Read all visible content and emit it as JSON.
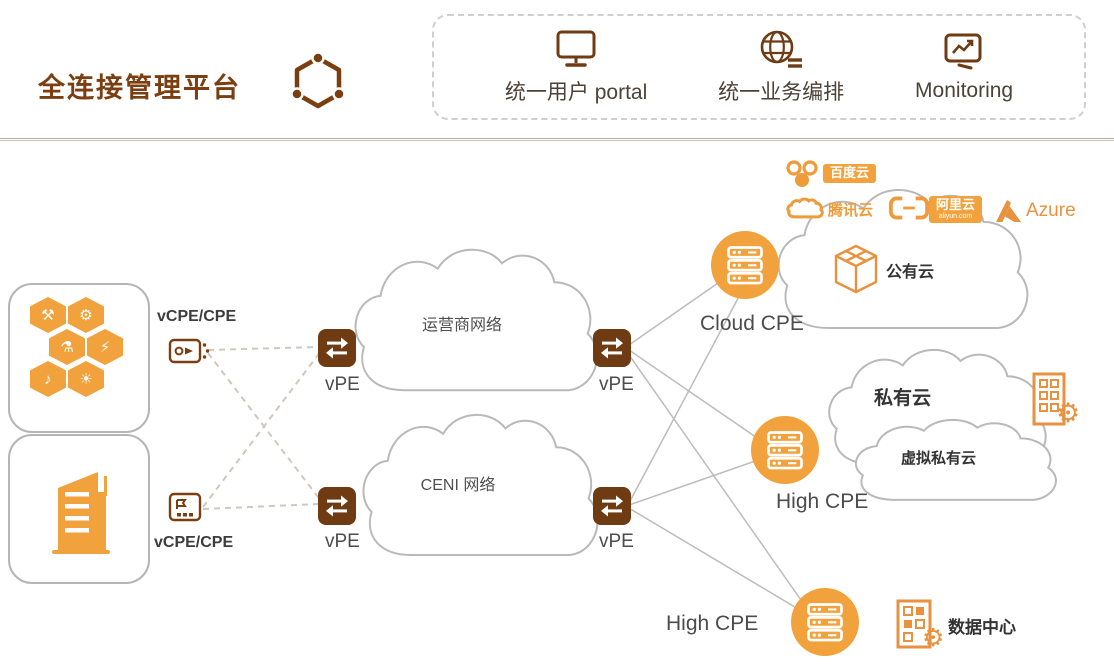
{
  "header": {
    "title": "全连接管理平台",
    "capabilities": [
      {
        "label": "统一用户 portal"
      },
      {
        "label": "统一业务编排"
      },
      {
        "label": "Monitoring"
      }
    ]
  },
  "access": {
    "vcpe_top_label": "vCPE/CPE",
    "vcpe_bottom_label": "vCPE/CPE",
    "device_glyphs": [
      "⚒",
      "⚙",
      "⚗",
      "⚡",
      "♪",
      "☀"
    ]
  },
  "core": {
    "carrier_cloud_label": "运营商网络",
    "ceni_cloud_label": "CENI 网络",
    "vpe_top_left": "vPE",
    "vpe_top_right": "vPE",
    "vpe_bottom_left": "vPE",
    "vpe_bottom_right": "vPE"
  },
  "right": {
    "cloud_cpe_label": "Cloud CPE",
    "high_cpe_mid_label": "High CPE",
    "high_cpe_bottom_label": "High CPE",
    "public_cloud_label": "公有云",
    "private_cloud_label": "私有云",
    "virtual_private_cloud_label": "虚拟私有云",
    "data_center_label": "数据中心"
  },
  "providers": {
    "baidu_label": "百度云",
    "tencent_label": "腾讯云",
    "aliyun_label": "阿里云",
    "aliyun_domain": "aliyun.com",
    "azure_label": "Azure"
  },
  "icons": {
    "gear": "⚙"
  },
  "colors": {
    "accent_orange": "#F2A23C",
    "brand_brown": "#7B3E10",
    "switch_brown": "#6F3B13",
    "provider_orange": "#EE9B3C",
    "cloud_stroke": "#B9B9B9",
    "line_gray": "#BCBCBC"
  }
}
